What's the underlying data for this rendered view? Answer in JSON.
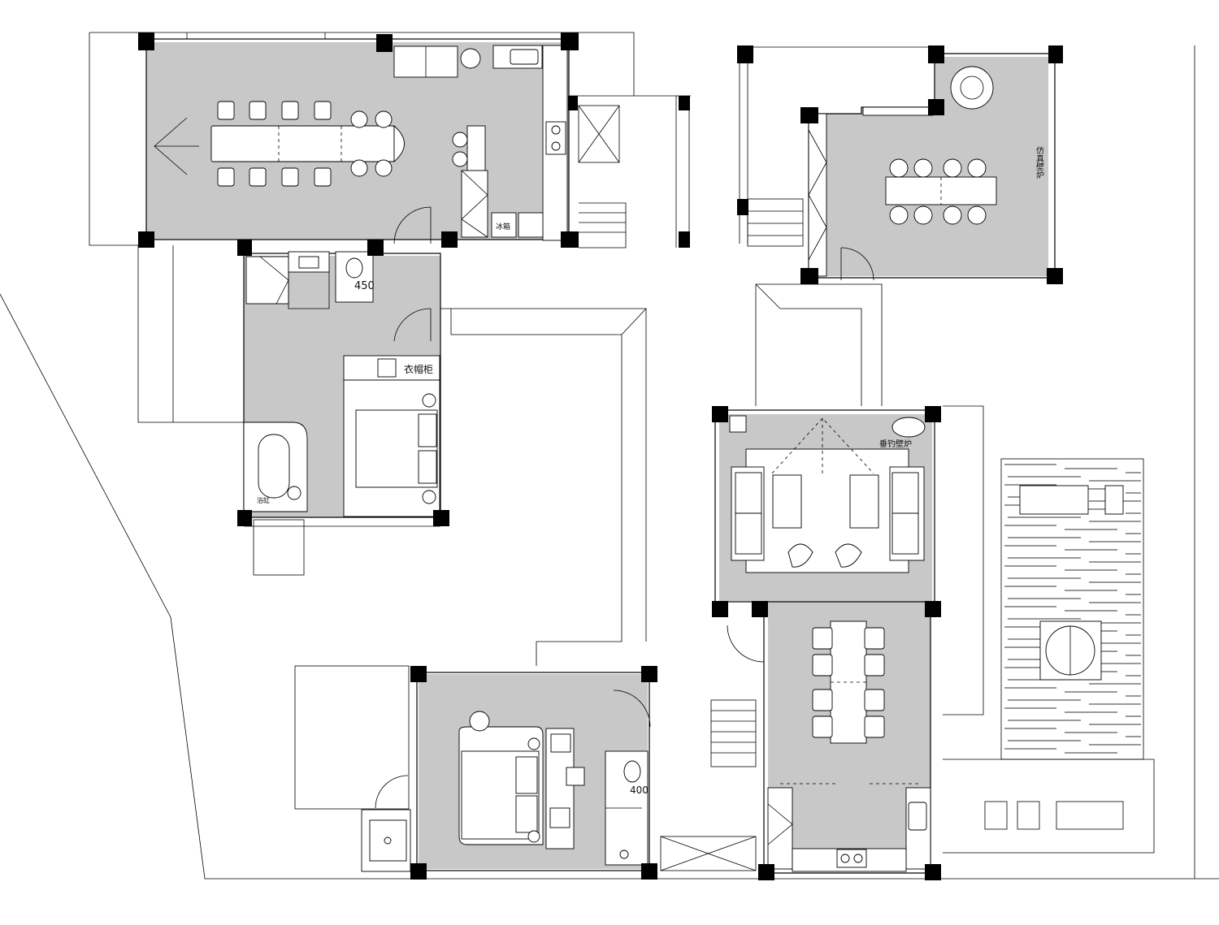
{
  "labels": {
    "fridge": "冰箱",
    "wardrobe": "衣帽柜",
    "bathtub": "浴缸",
    "toilet_dim_1": "450",
    "toilet_dim_2": "400",
    "fireplace_1": "仿真壁炉",
    "fireplace_2": "垂钓壁炉"
  },
  "colors": {
    "room_fill": "#c8c8c8",
    "wall": "#000000",
    "background": "#ffffff"
  }
}
